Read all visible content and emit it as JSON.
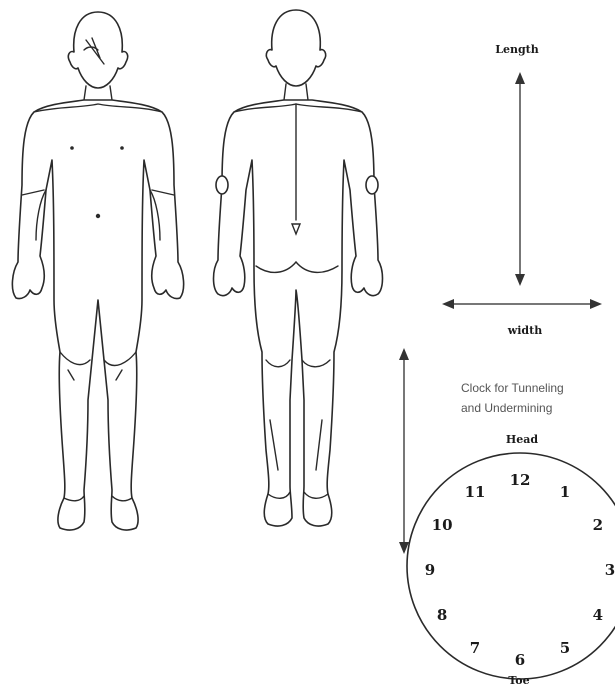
{
  "diagram": {
    "arrows": {
      "length_label": "Length",
      "width_label": "width",
      "arrow_color": "#777777"
    },
    "clock": {
      "caption_line1": "Clock for Tunneling",
      "caption_line2": "and Undermining",
      "head_label": "Head",
      "toe_label": "Toe",
      "numbers": [
        "12",
        "1",
        "2",
        "3",
        "4",
        "5",
        "6",
        "7",
        "8",
        "9",
        "10",
        "11"
      ]
    },
    "figures": [
      "front-body-outline",
      "back-body-outline"
    ]
  }
}
